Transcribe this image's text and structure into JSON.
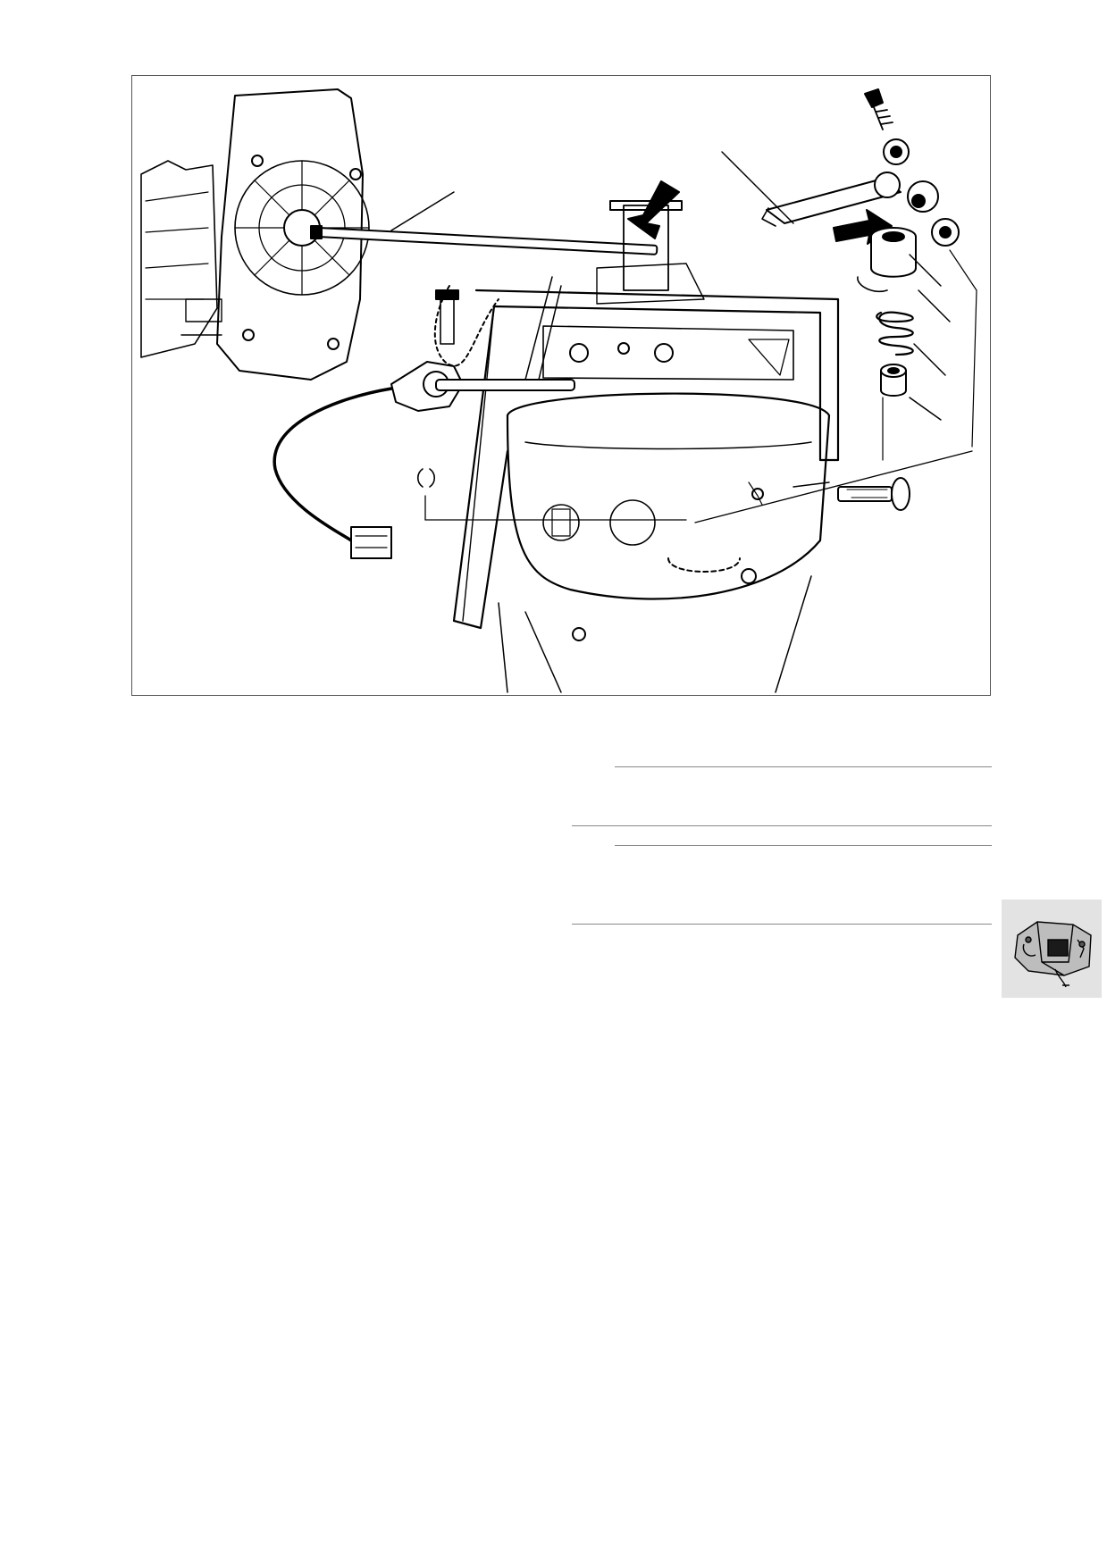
{
  "page": {
    "background": "#ffffff",
    "rule_color": "#888888",
    "figure_frame_color": "#555555",
    "thumb_tab_color": "#e3e3e3"
  },
  "figure": {
    "icon": "exploded-assembly-diagram",
    "arrows": [
      "arrow-rod-end",
      "arrow-lever-pivot"
    ]
  },
  "thumb_tab": {
    "icon": "transmission-assembly-icon"
  }
}
